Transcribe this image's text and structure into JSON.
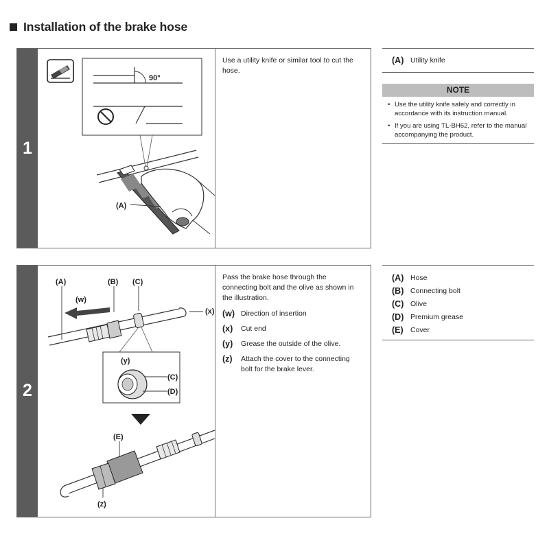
{
  "title": "Installation of the brake hose",
  "steps": [
    {
      "number": "1",
      "instruction": "Use a utility knife or similar tool to cut the hose.",
      "illustration_labels": {
        "angle": "90°",
        "a": "(A)"
      },
      "parts": [
        {
          "tag": "(A)",
          "label": "Utility knife"
        }
      ],
      "note": {
        "heading": "NOTE",
        "items": [
          "Use the utility knife safely and correctly in accordance with its instruction manual.",
          "If you are using TL-BH62, refer to the manual accompanying the product."
        ]
      },
      "icons": [
        "cutting-tool-icon",
        "prohibited-icon"
      ]
    },
    {
      "number": "2",
      "instruction": "Pass the brake hose through the connecting bolt and the olive as shown in the illustration.",
      "legend": [
        {
          "tag": "(w)",
          "label": "Direction of insertion"
        },
        {
          "tag": "(x)",
          "label": "Cut end"
        },
        {
          "tag": "(y)",
          "label": "Grease the outside of the olive."
        },
        {
          "tag": "(z)",
          "label": "Attach the cover to the connecting bolt for the brake lever."
        }
      ],
      "illustration_labels": {
        "a": "(A)",
        "b": "(B)",
        "c": "(C)",
        "w": "(w)",
        "x": "(x)",
        "y": "(y)",
        "c2": "(C)",
        "d": "(D)",
        "e": "(E)",
        "z": "(z)"
      },
      "parts": [
        {
          "tag": "(A)",
          "label": "Hose"
        },
        {
          "tag": "(B)",
          "label": "Connecting bolt"
        },
        {
          "tag": "(C)",
          "label": "Olive"
        },
        {
          "tag": "(D)",
          "label": "Premium grease"
        },
        {
          "tag": "(E)",
          "label": "Cover"
        }
      ]
    }
  ],
  "colors": {
    "step_bar": "#5b5b5b",
    "note_header": "#bdbdbd",
    "text": "#222222"
  }
}
